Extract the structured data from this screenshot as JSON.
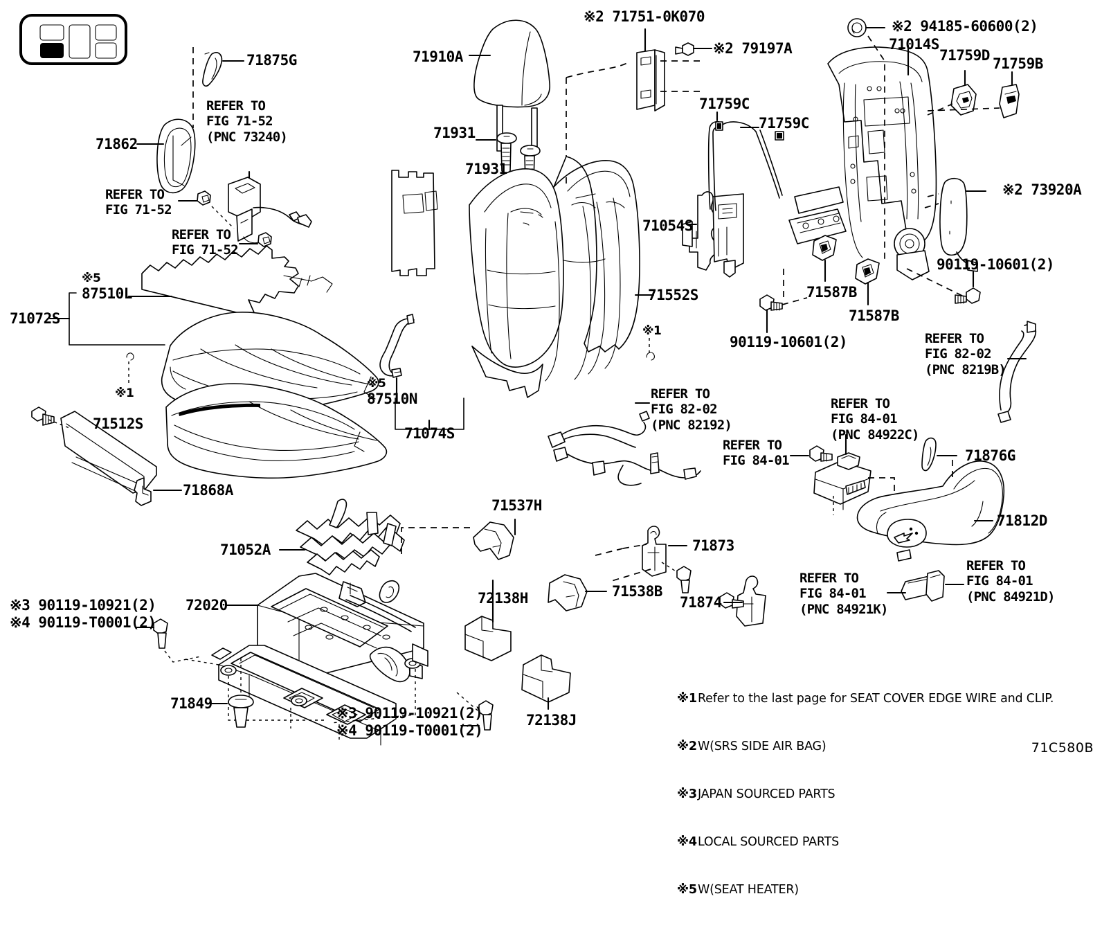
{
  "figure": {
    "code": "71C580B",
    "position_icon": {
      "name": "seat-position-indicator",
      "description": "vehicle seat layout key, front-left seat highlighted",
      "cells": [
        {
          "id": "front-left",
          "highlighted": false
        },
        {
          "id": "front-right-upper",
          "highlighted": false
        },
        {
          "id": "middle",
          "highlighted": false
        },
        {
          "id": "rear-upper",
          "highlighted": false
        },
        {
          "id": "rear-lower",
          "highlighted": false
        },
        {
          "id": "selected-seat",
          "highlighted": true
        }
      ]
    }
  },
  "legend": {
    "items": [
      {
        "mark": "※1",
        "text": "Refer to the last page for SEAT COVER EDGE WIRE and CLIP."
      },
      {
        "mark": "※2",
        "text": "W(SRS SIDE AIR BAG)"
      },
      {
        "mark": "※3",
        "text": "JAPAN SOURCED PARTS"
      },
      {
        "mark": "※4",
        "text": "LOCAL SOURCED PARTS"
      },
      {
        "mark": "※5",
        "text": "W(SEAT HEATER)"
      }
    ]
  },
  "callouts": {
    "c_71875G": "71875G",
    "c_71862": "71862",
    "c_71072S": "71072S",
    "c_87510L": "87510L",
    "c_mark5_a": "※5",
    "c_71512S": "71512S",
    "c_71868A": "71868A",
    "c_mark1_a": "※1",
    "c_71910A": "71910A",
    "c_71931_a": "71931",
    "c_71931_b": "71931",
    "c_71751": "※2 71751-0K070",
    "c_79197A": "※2 79197A",
    "c_87510N": "87510N",
    "c_mark5_b": "※5",
    "c_71074S": "71074S",
    "c_71552S": "71552S",
    "c_71054S": "71054S",
    "c_mark1_b": "※1",
    "c_94185": "※2 94185-60600(2)",
    "c_71014S": "71014S",
    "c_71759D": "71759D",
    "c_71759B": "71759B",
    "c_71759C_a": "71759C",
    "c_71759C_b": "71759C",
    "c_73920A": "※2 73920A",
    "c_71587B_a": "71587B",
    "c_71587B_b": "71587B",
    "c_90119_10601_a": "90119-10601(2)",
    "c_90119_10601_b": "90119-10601(2)",
    "c_71537H": "71537H",
    "c_71052A": "71052A",
    "c_72020": "72020",
    "c_71538B": "71538B",
    "c_72138H": "72138H",
    "c_72138J": "72138J",
    "c_71873": "71873",
    "c_71874": "71874",
    "c_71849": "71849",
    "c_71876G": "71876G",
    "c_71812D": "71812D",
    "c_90119_bl": "※3 90119-10921(2)\n※4 90119-T0001(2)",
    "c_90119_bm": "※3 90119-10921(2)\n※4 90119-T0001(2)"
  },
  "refer_blocks": {
    "r_7152_pnc73240": "REFER TO\nFIG 71-52\n(PNC 73240)",
    "r_7152_a": "REFER TO\nFIG 71-52",
    "r_7152_b": "REFER TO\nFIG 71-52",
    "r_8202_pnc82192": "REFER TO\nFIG 82-02\n(PNC 82192)",
    "r_8202_pnc8219B": "REFER TO\nFIG 82-02\n(PNC 8219B)",
    "r_8401_pnc84922C": "REFER TO\nFIG 84-01\n(PNC 84922C)",
    "r_8401_left": "REFER TO\nFIG 84-01",
    "r_8401_pnc84921K": "REFER TO\nFIG 84-01\n(PNC 84921K)",
    "r_8401_pnc84921D": "REFER TO\nFIG 84-01\n(PNC 84921D)"
  },
  "colors": {
    "line": "#000000",
    "background": "#ffffff"
  }
}
